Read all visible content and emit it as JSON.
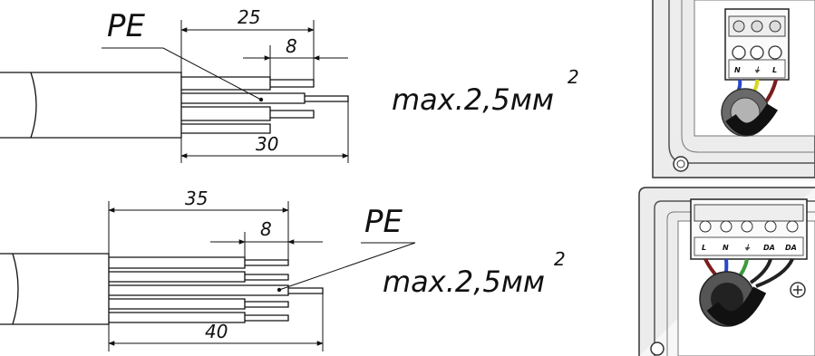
{
  "diagram_top": {
    "pe_label": "PE",
    "dim_total": "25",
    "dim_strip": "8",
    "dim_bottom": "30",
    "spec_text": "max.2,5мм",
    "spec_exp": "2"
  },
  "diagram_bottom": {
    "pe_label": "PE",
    "dim_total": "35",
    "dim_strip": "8",
    "dim_bottom": "40",
    "spec_text": "max.2,5мм",
    "spec_exp": "2"
  },
  "photo_top": {
    "terminals": [
      "N",
      "⏚",
      "L"
    ],
    "wire_colors": [
      "#2a47c8",
      "#d8d61e",
      "#7a1d1d"
    ]
  },
  "photo_bottom": {
    "terminals": [
      "L",
      "N",
      "⏚",
      "DA",
      "DA"
    ],
    "wire_colors": [
      "#7a1d1d",
      "#2a47c8",
      "#3a9b3a",
      "#222222",
      "#222222"
    ]
  }
}
